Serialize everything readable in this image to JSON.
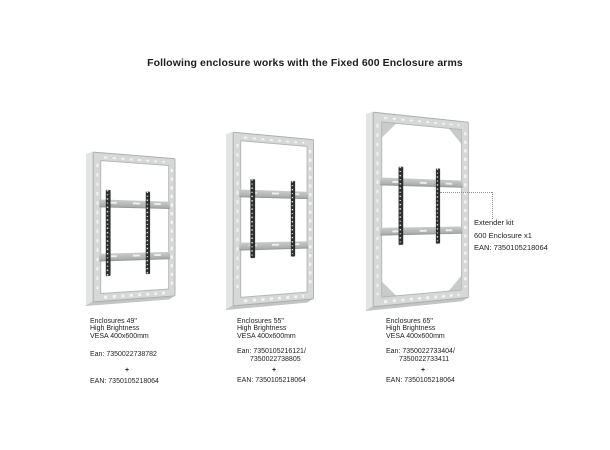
{
  "title": "Following enclosure works with the Fixed 600 Enclosure arms",
  "colors": {
    "background": "#ffffff",
    "text": "#1d1d1f",
    "frame_gray": "#d6d7d7",
    "frame_edge": "#aaacac",
    "arm_gray": "#b9bbbb",
    "rail_black": "#2d2e2e",
    "connector_gray": "#8f8f8f"
  },
  "enclosures": [
    {
      "size_label": "Enclosures 49\"",
      "brightness": "High Brightness",
      "vesa": "VESA 400x600mm",
      "ean_primary": "Ean: 7350022738782",
      "plus": "+",
      "ean_arms": "EAN: 7350105218064"
    },
    {
      "size_label": "Enclosures 55\"",
      "brightness": "High Brightness",
      "vesa": "VESA 400x600mm",
      "ean_primary": "Ean: 7350105216121/",
      "ean_secondary": "7350022738805",
      "plus": "+",
      "ean_arms": "EAN: 7350105218064"
    },
    {
      "size_label": "Enclosures 65\"",
      "brightness": "High Brightness",
      "vesa": "VESA 400x600mm",
      "ean_primary": "Ean: 7350022733404/",
      "ean_secondary": "7350022733411",
      "plus": "+",
      "ean_arms": "EAN: 7350105218064"
    }
  ],
  "callout": {
    "title": "Extender kit",
    "subtitle": "600 Enclosure x1",
    "ean": "EAN: 7350105218064"
  }
}
